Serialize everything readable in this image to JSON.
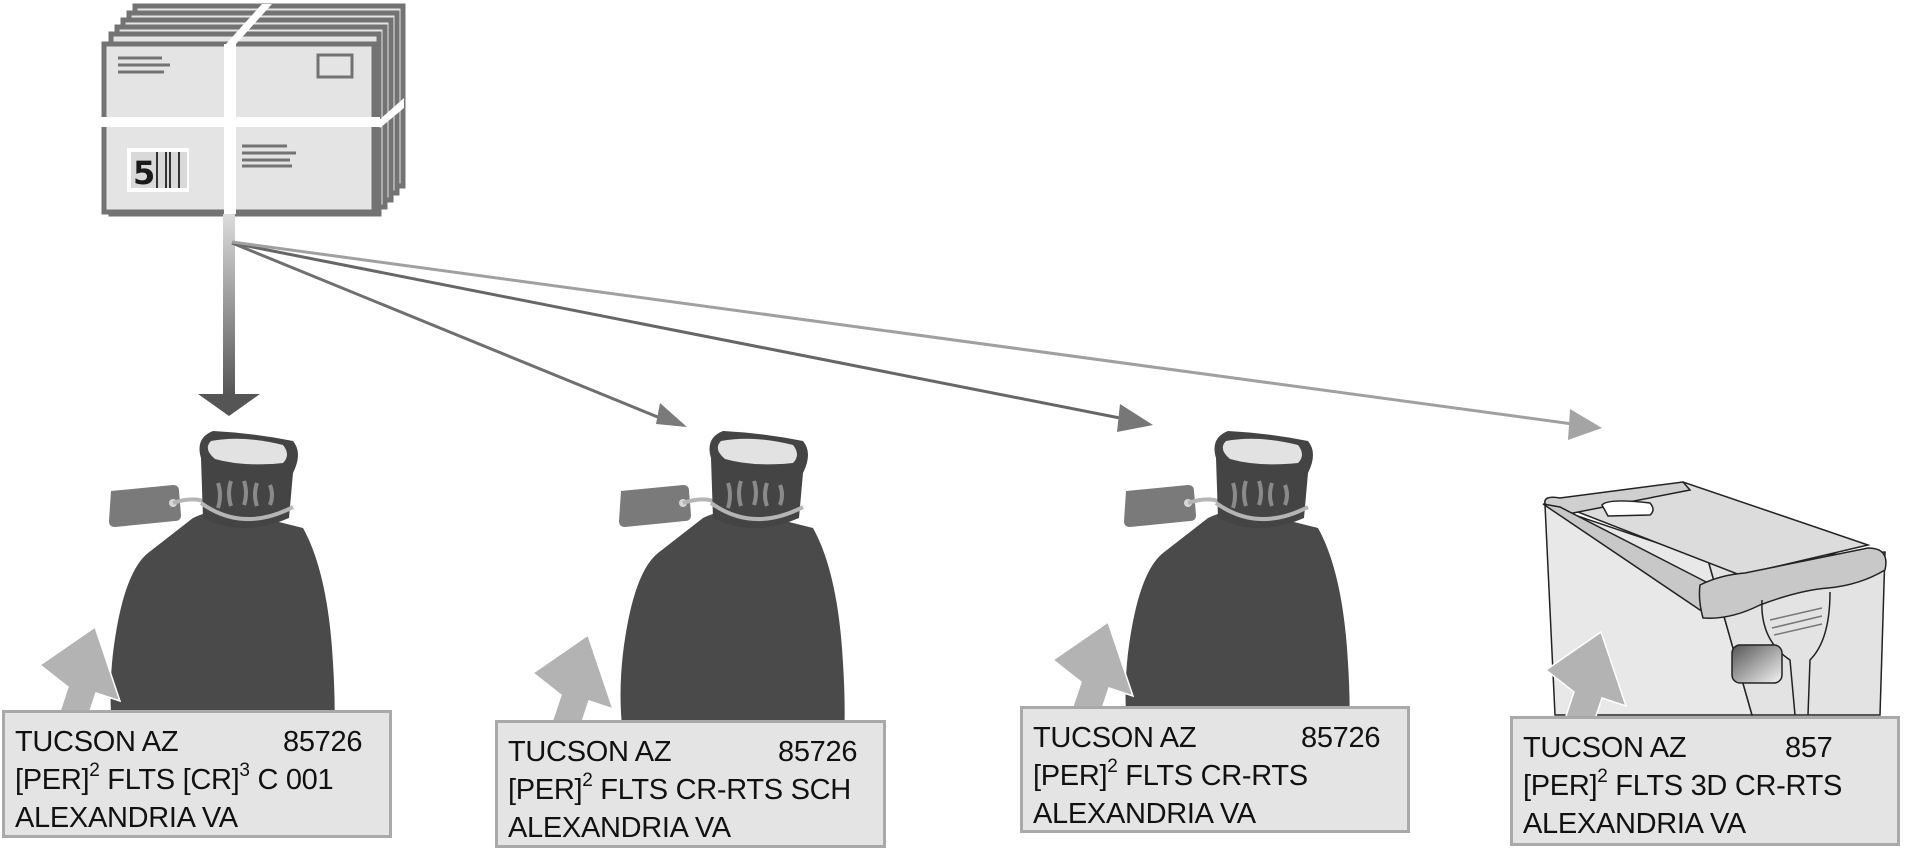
{
  "diagram": {
    "type": "mail-sortation-flow",
    "source": {
      "name": "bundle of flats",
      "presort_label_digit": "5",
      "colors": {
        "envelope_fill": "#e4e4e4",
        "envelope_edge": "#737373",
        "strap": "#ffffff"
      }
    },
    "arrows": [
      {
        "from": "bundle",
        "to": "sack-1",
        "style": "thick-gradient-down",
        "color": "#5c5c5c"
      },
      {
        "from": "bundle",
        "to": "sack-2",
        "style": "thin",
        "color": "#6f6f6f"
      },
      {
        "from": "bundle",
        "to": "sack-3",
        "style": "thin",
        "color": "#6a6a6a"
      },
      {
        "from": "bundle",
        "to": "tray",
        "style": "thin",
        "color": "#9a9a9a"
      }
    ],
    "containers": [
      {
        "kind": "sack",
        "color": "#4a4a4a"
      },
      {
        "kind": "sack",
        "color": "#4a4a4a"
      },
      {
        "kind": "sack",
        "color": "#4a4a4a"
      },
      {
        "kind": "flat-tray",
        "color": "#e6e6e6"
      }
    ],
    "labels": [
      {
        "line1_city": "TUCSON AZ",
        "line1_zip": "85726",
        "line2_a": "[PER]",
        "line2_sup1": "2",
        "line2_b": " FLTS [CR]",
        "line2_sup2": "3",
        "line2_c": " C 001",
        "line3": "ALEXANDRIA VA"
      },
      {
        "line1_city": "TUCSON AZ",
        "line1_zip": "85726",
        "line2_a": "[PER]",
        "line2_sup1": "2",
        "line2_b": " FLTS CR-RTS SCH",
        "line2_sup2": "",
        "line2_c": "",
        "line3": "ALEXANDRIA VA"
      },
      {
        "line1_city": "TUCSON AZ",
        "line1_zip": "85726",
        "line2_a": "[PER]",
        "line2_sup1": "2",
        "line2_b": " FLTS CR-RTS",
        "line2_sup2": "",
        "line2_c": "",
        "line3": "ALEXANDRIA VA"
      },
      {
        "line1_city": "TUCSON AZ",
        "line1_zip": "857",
        "line2_a": "[PER]",
        "line2_sup1": "2",
        "line2_b": " FLTS 3D CR-RTS",
        "line2_sup2": "",
        "line2_c": "",
        "line3": "ALEXANDRIA VA"
      }
    ],
    "pointer_color": "#b3b3b3",
    "label_fill": "#e4e4e4",
    "label_border": "#a9a9a9"
  }
}
